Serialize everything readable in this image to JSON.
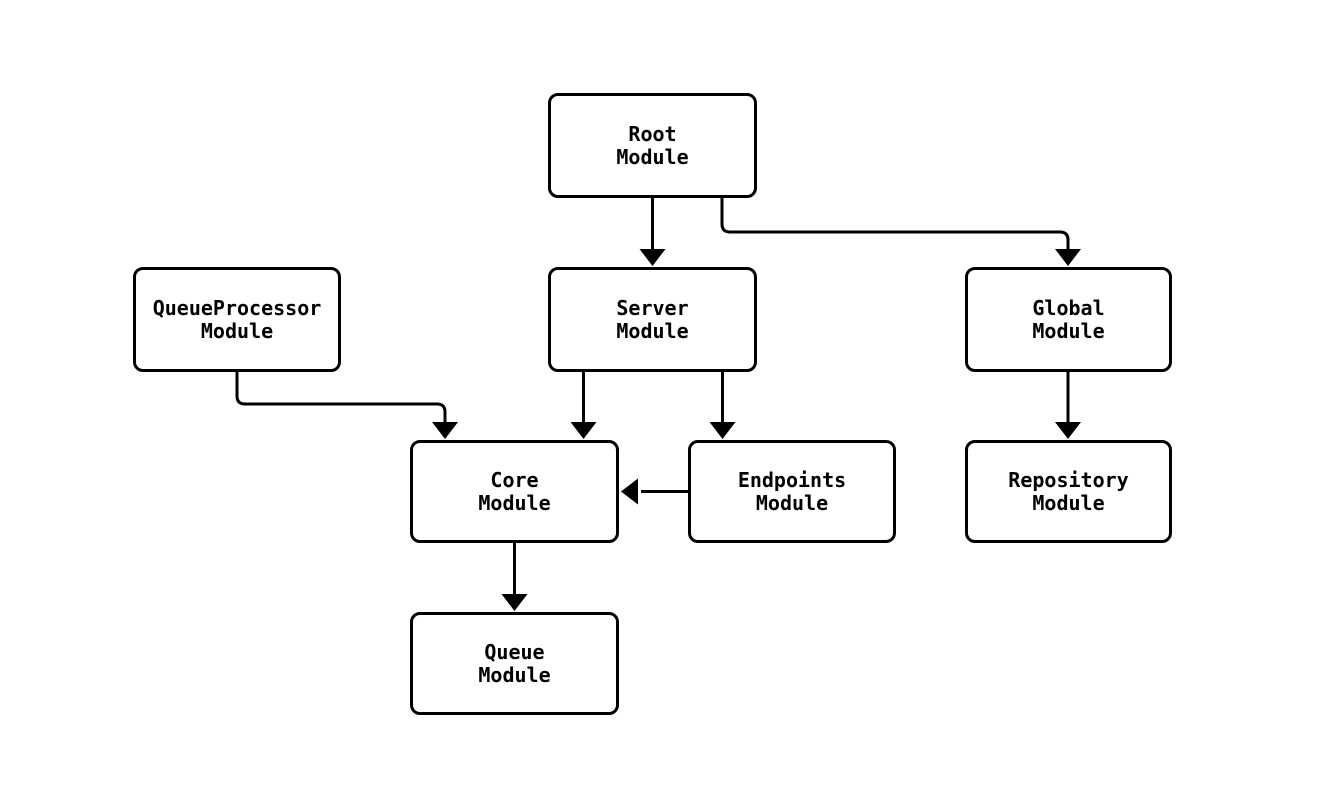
{
  "diagram": {
    "type": "flowchart",
    "direction": "top-down",
    "colors": {
      "background": "#ffffff",
      "node_fill": "#ffffff",
      "node_stroke": "#000000",
      "edge_stroke": "#000000",
      "text": "#000000"
    },
    "nodes": [
      {
        "id": "root",
        "label": "Root\nModule"
      },
      {
        "id": "queueprocessor",
        "label": "QueueProcessor\nModule"
      },
      {
        "id": "server",
        "label": "Server\nModule"
      },
      {
        "id": "global",
        "label": "Global\nModule"
      },
      {
        "id": "core",
        "label": "Core\nModule"
      },
      {
        "id": "endpoints",
        "label": "Endpoints\nModule"
      },
      {
        "id": "repository",
        "label": "Repository\nModule"
      },
      {
        "id": "queue",
        "label": "Queue\nModule"
      }
    ],
    "edges": [
      {
        "from": "root",
        "to": "server"
      },
      {
        "from": "root",
        "to": "global"
      },
      {
        "from": "queueprocessor",
        "to": "core"
      },
      {
        "from": "server",
        "to": "core"
      },
      {
        "from": "server",
        "to": "endpoints"
      },
      {
        "from": "endpoints",
        "to": "core"
      },
      {
        "from": "global",
        "to": "repository"
      },
      {
        "from": "core",
        "to": "queue"
      }
    ]
  }
}
